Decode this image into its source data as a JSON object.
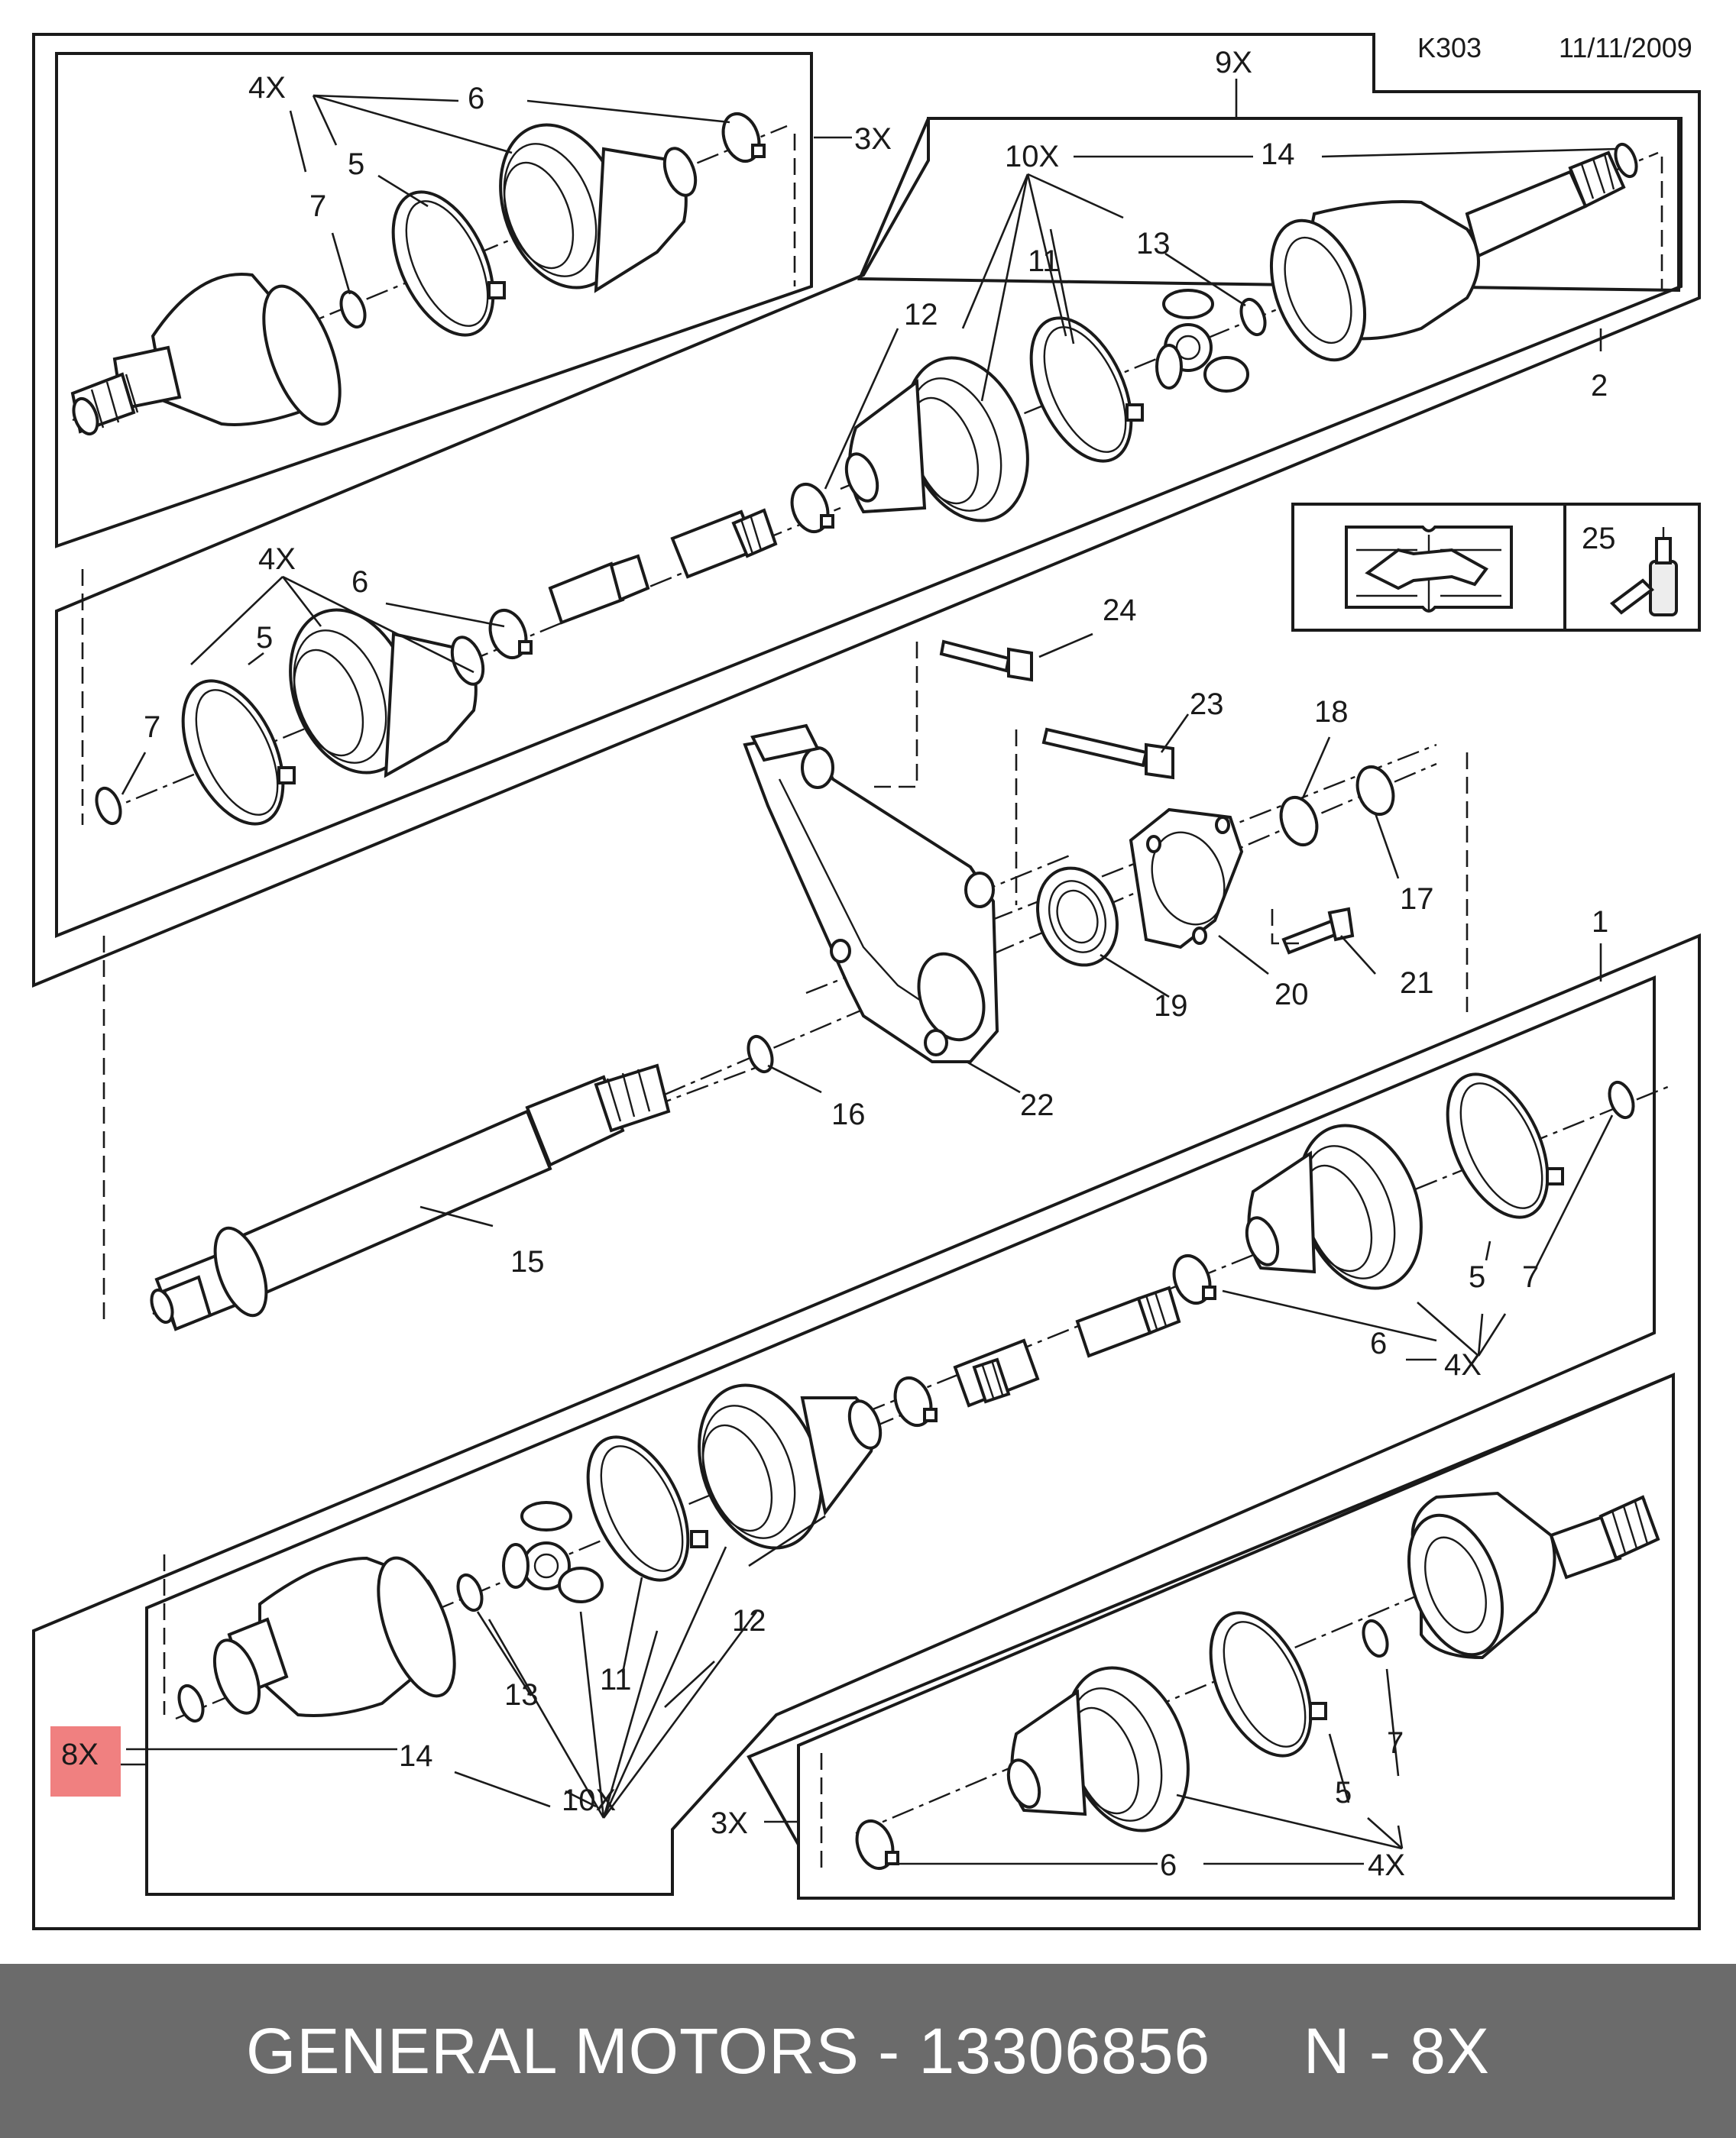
{
  "header": {
    "code": "K303",
    "date": "11/11/2009"
  },
  "labels": {
    "n1": "1",
    "n2": "2",
    "n3x": "3X",
    "n4x": "4X",
    "n5": "5",
    "n6": "6",
    "n7": "7",
    "n8x": "8X",
    "n9x": "9X",
    "n10x": "10X",
    "n11": "11",
    "n12": "12",
    "n13": "13",
    "n14": "14",
    "n15": "15",
    "n16": "16",
    "n17": "17",
    "n18": "18",
    "n19": "19",
    "n20": "20",
    "n21": "21",
    "n22": "22",
    "n23": "23",
    "n24": "24",
    "n25": "25"
  },
  "colors": {
    "highlight": "#f08080",
    "footer_bg": "#6b6b6b"
  },
  "footer": {
    "text": "GENERAL MOTORS - 13306856     N - 8X"
  }
}
